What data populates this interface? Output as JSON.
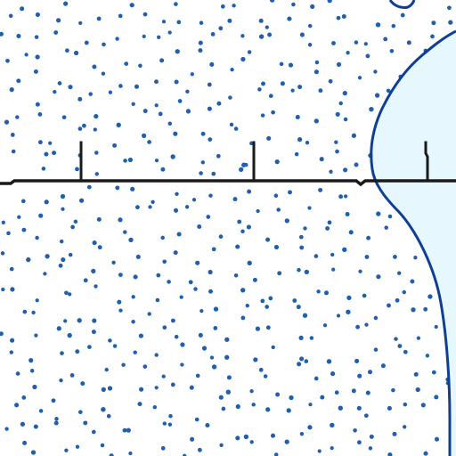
{
  "map": {
    "colors": {
      "background": "#ffffff",
      "marsh_dot": "#1f5fae",
      "water_fill": "#e6f8fd",
      "shoreline": "#0f3e93",
      "boundary": "#1a1a1a"
    },
    "features": [
      {
        "name": "marsh-symbol-pattern",
        "kind": "dot stipple"
      },
      {
        "name": "water-body",
        "kind": "lake"
      },
      {
        "name": "shoreline",
        "kind": "line"
      },
      {
        "name": "boundary-line",
        "kind": "line with tick marks"
      }
    ]
  }
}
